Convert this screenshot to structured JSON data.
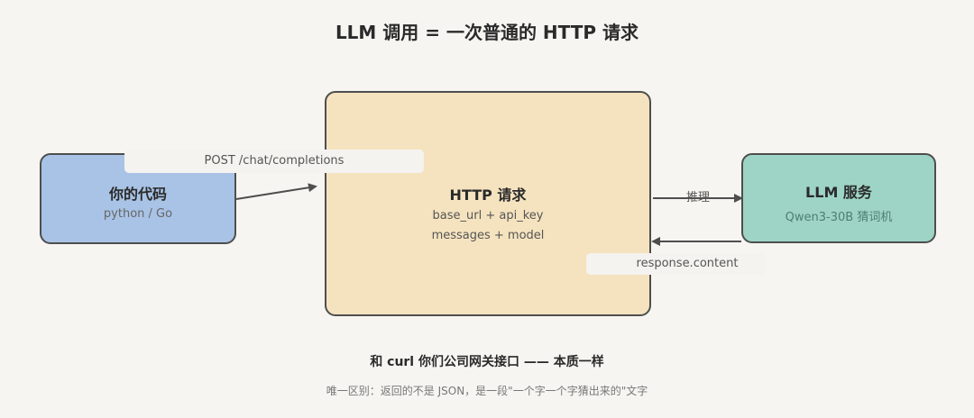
{
  "title": "LLM 调用 = 一次普通的 HTTP 请求",
  "nodes": {
    "code": {
      "title": "你的代码",
      "subtitle": "python / Go"
    },
    "http": {
      "title": "HTTP 请求",
      "line1": "base_url + api_key",
      "line2": "messages + model"
    },
    "llm": {
      "title": "LLM 服务",
      "subtitle": "Qwen3-30B 猜词机"
    }
  },
  "edges": {
    "request": "POST /chat/completions",
    "inference": "推理",
    "response": "response.content"
  },
  "footer": {
    "main": "和 curl 你们公司网关接口 —— 本质一样",
    "note": "唯一区别：返回的不是 JSON，是一段\"一个字一个字猜出来的\"文字"
  },
  "colors": {
    "code_box": "#a9c3e6",
    "http_box": "#f5e3bf",
    "llm_box": "#9dd4c5",
    "border": "#4e4e4e",
    "background": "#f7f5f1"
  }
}
